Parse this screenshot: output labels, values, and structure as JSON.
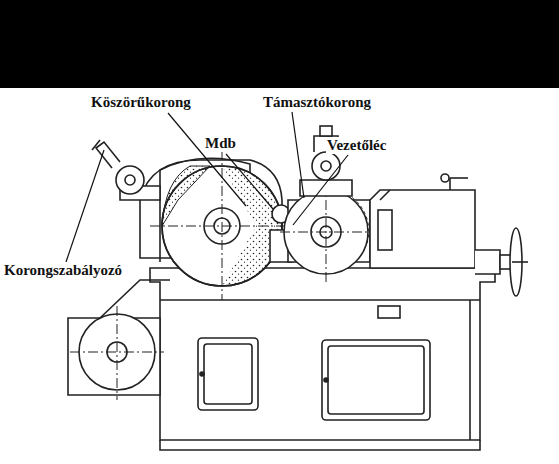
{
  "diagram": {
    "labels": [
      "Köszörűkorong",
      "Támasztókorong",
      "Mdb",
      "Vezetőléc",
      "Korongszabályozó"
    ]
  }
}
